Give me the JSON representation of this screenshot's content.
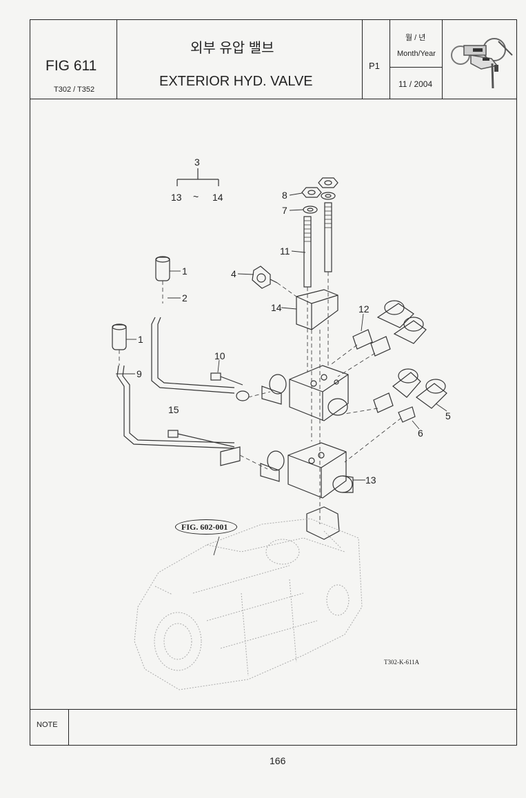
{
  "header": {
    "fig_label": "FIG 611",
    "models": "T302 / T352",
    "title_korean": "외부 유압 밸브",
    "title_english": "EXTERIOR HYD. VALVE",
    "page_code": "P1",
    "date_label_korean": "월 / 년",
    "date_label_english": "Month/Year",
    "date_value": "11 / 2004"
  },
  "callouts": {
    "c3": "3",
    "c13a": "13",
    "tilde": "~",
    "c14a": "14",
    "c8": "8",
    "c7": "7",
    "c11": "11",
    "c4": "4",
    "c1a": "1",
    "c2": "2",
    "c14b": "14",
    "c12": "12",
    "c1b": "1",
    "c10": "10",
    "c9": "9",
    "c15": "15",
    "c5": "5",
    "c6": "6",
    "c13b": "13"
  },
  "reference": "FIG. 602-001",
  "drawing_code": "T302-K-611A",
  "footer": {
    "note_label": "NOTE",
    "page_number": "166"
  }
}
